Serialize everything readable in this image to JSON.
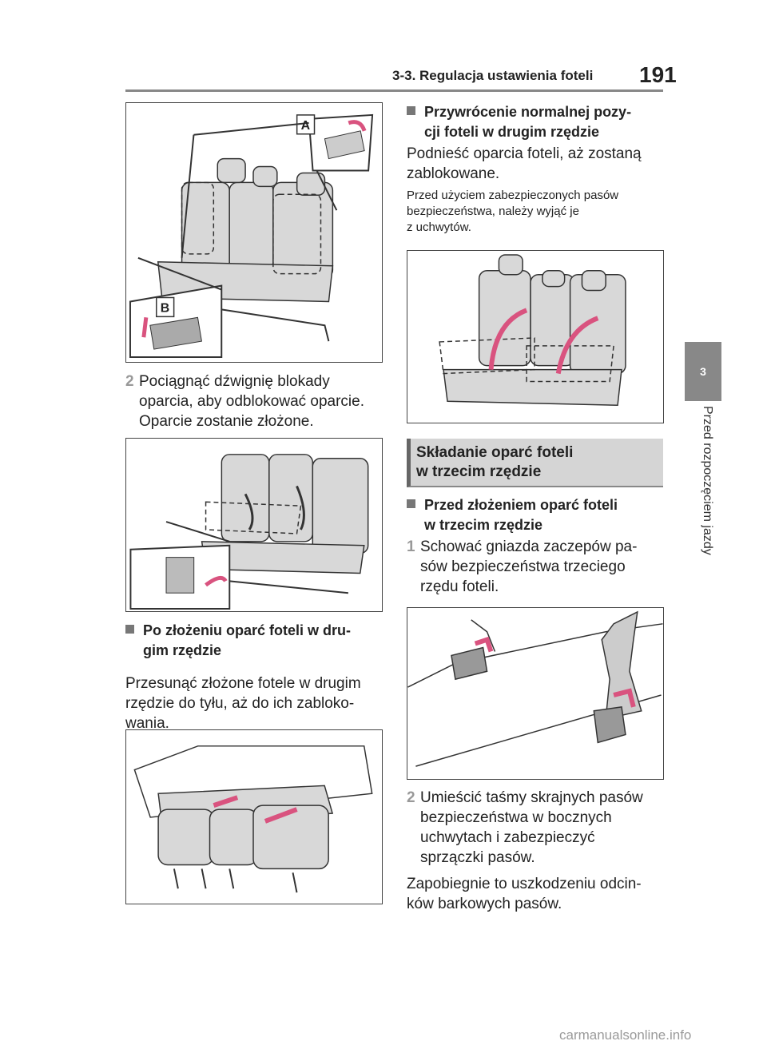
{
  "header": {
    "section_title": "3-3. Regulacja ustawienia foteli",
    "page_number": "191"
  },
  "side_tab": {
    "chapter_number": "3",
    "chapter_title": "Przed rozpoczęciem jazdy"
  },
  "figures": {
    "fig1": {
      "label_a": "A",
      "label_b": "B",
      "icon": "rear-seat-lever-diagram"
    },
    "fig2": {
      "icon": "seat-folded-forward-diagram"
    },
    "fig3": {
      "icon": "seats-slid-back-diagram"
    },
    "fig4": {
      "icon": "seats-restored-upright-diagram"
    },
    "fig5": {
      "icon": "belt-buckle-stowage-diagram"
    }
  },
  "left": {
    "step2_num": "2",
    "step2_lines": [
      "Pociągnąć dźwignię blokady",
      "oparcia, aby odblokować oparcie.",
      "Oparcie zostanie złożone."
    ],
    "sub1_lines": [
      "Po złożeniu oparć foteli w dru-",
      "gim rzędzie"
    ],
    "para1_lines": [
      "Przesunąć złożone fotele w drugim",
      "rzędzie do tyłu, aż do ich zabloko-",
      "wania."
    ]
  },
  "right": {
    "sub2_lines": [
      "Przywrócenie normalnej pozy-",
      "cji foteli w drugim rzędzie"
    ],
    "para2_lines": [
      "Podnieść oparcia foteli, aż zostaną",
      "zablokowane."
    ],
    "note_lines": [
      "Przed użyciem zabezpieczonych pasów",
      "bezpieczeństwa, należy wyjąć je",
      "z uchwytów."
    ],
    "section_lines": [
      "Składanie oparć foteli",
      "w trzecim rzędzie"
    ],
    "sub3_lines": [
      "Przed złożeniem oparć foteli",
      "w trzecim rzędzie"
    ],
    "step1_num": "1",
    "step1_lines": [
      "Schować gniazda zaczepów pa-",
      "sów bezpieczeństwa trzeciego",
      "rzędu foteli."
    ],
    "step2_num": "2",
    "step2_lines": [
      "Umieścić taśmy skrajnych pasów",
      "bezpieczeństwa w bocznych",
      "uchwytach i zabezpieczyć",
      "sprzączki pasów."
    ],
    "para3_lines": [
      "Zapobiegnie to uszkodzeniu odcin-",
      "ków barkowych pasów."
    ]
  },
  "footer": {
    "watermark": "carmanualsonline.info"
  }
}
